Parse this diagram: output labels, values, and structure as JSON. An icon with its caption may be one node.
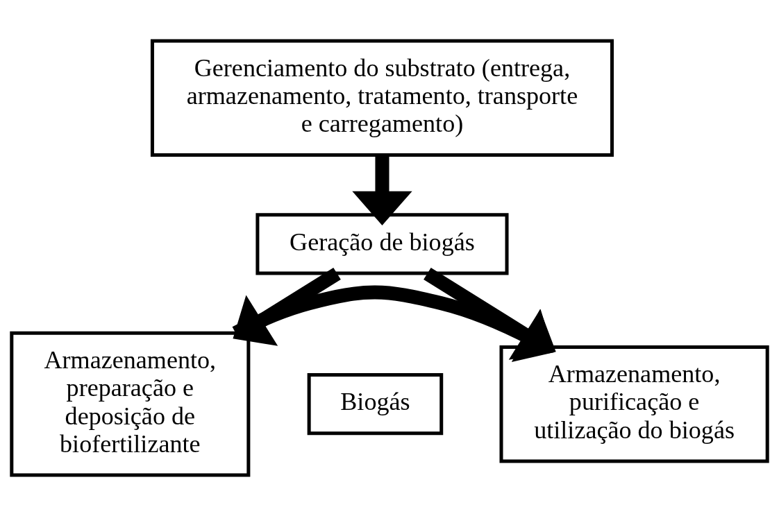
{
  "diagram": {
    "nodes": [
      {
        "text": [
          "Gerenciamento do substrato (entrega, armazenamento, tratamento, transporte e carregamento)"
        ]
      },
      {
        "text": [
          "Geração de biogás"
        ]
      },
      {
        "text": [
          "Armazenamento, preparação e deposição de biofertilizante"
        ]
      },
      {
        "text": [
          "Biogás"
        ]
      },
      {
        "text": [
          "Armazenamento, purificação e utilização do biogás"
        ]
      }
    ],
    "edges": [
      {
        "from": 0,
        "to": 1,
        "arrow": "to"
      },
      {
        "from": 1,
        "to": 2,
        "arrow": "to"
      },
      {
        "from": 1,
        "to": 4,
        "arrow": "to"
      },
      {
        "from": 2,
        "to": 4,
        "arrow": "to"
      }
    ]
  }
}
